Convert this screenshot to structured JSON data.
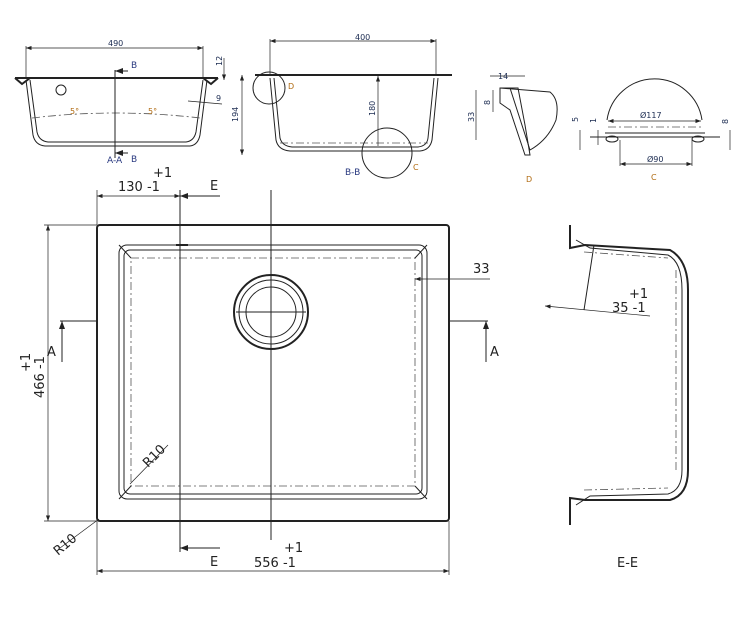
{
  "view_aa": {
    "width": "490",
    "flange": "12",
    "wall": "9",
    "height": "194",
    "angle_left": "5°",
    "angle_right": "5°",
    "section_mark": "B",
    "section_label": "A-A"
  },
  "view_bb": {
    "width": "400",
    "depth": "180",
    "detail_d": "D",
    "detail_c": "C",
    "section_label": "B-B"
  },
  "detail_d": {
    "dim_top": "14",
    "dim_side": "8",
    "dim_height": "33",
    "label": "D"
  },
  "detail_c": {
    "dia_top": "Ø117",
    "dia_bottom": "Ø90",
    "dim_5": "5",
    "dim_1": "1",
    "dim_8": "8",
    "label": "C"
  },
  "plan": {
    "width_tol": "+1",
    "width": "556 -1",
    "height_tol": "+1",
    "height": "466 -1",
    "offset_tol": "+1",
    "offset": "130 -1",
    "margin": "33",
    "radius_inner": "R10",
    "radius_outer": "R10",
    "section_e": "E",
    "section_a": "A"
  },
  "view_ee": {
    "depth_tol": "+1",
    "depth": "35 -1",
    "label": "E-E"
  }
}
